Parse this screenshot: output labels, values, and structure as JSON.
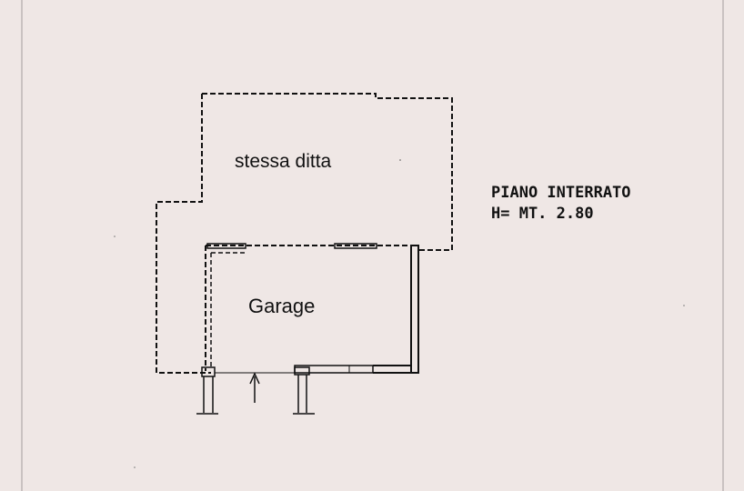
{
  "plan": {
    "rooms": {
      "upper_label": "stessa ditta",
      "garage_label": "Garage"
    },
    "floor_info": {
      "level": "PIANO INTERRATO",
      "height": "H= MT. 2.80"
    }
  }
}
